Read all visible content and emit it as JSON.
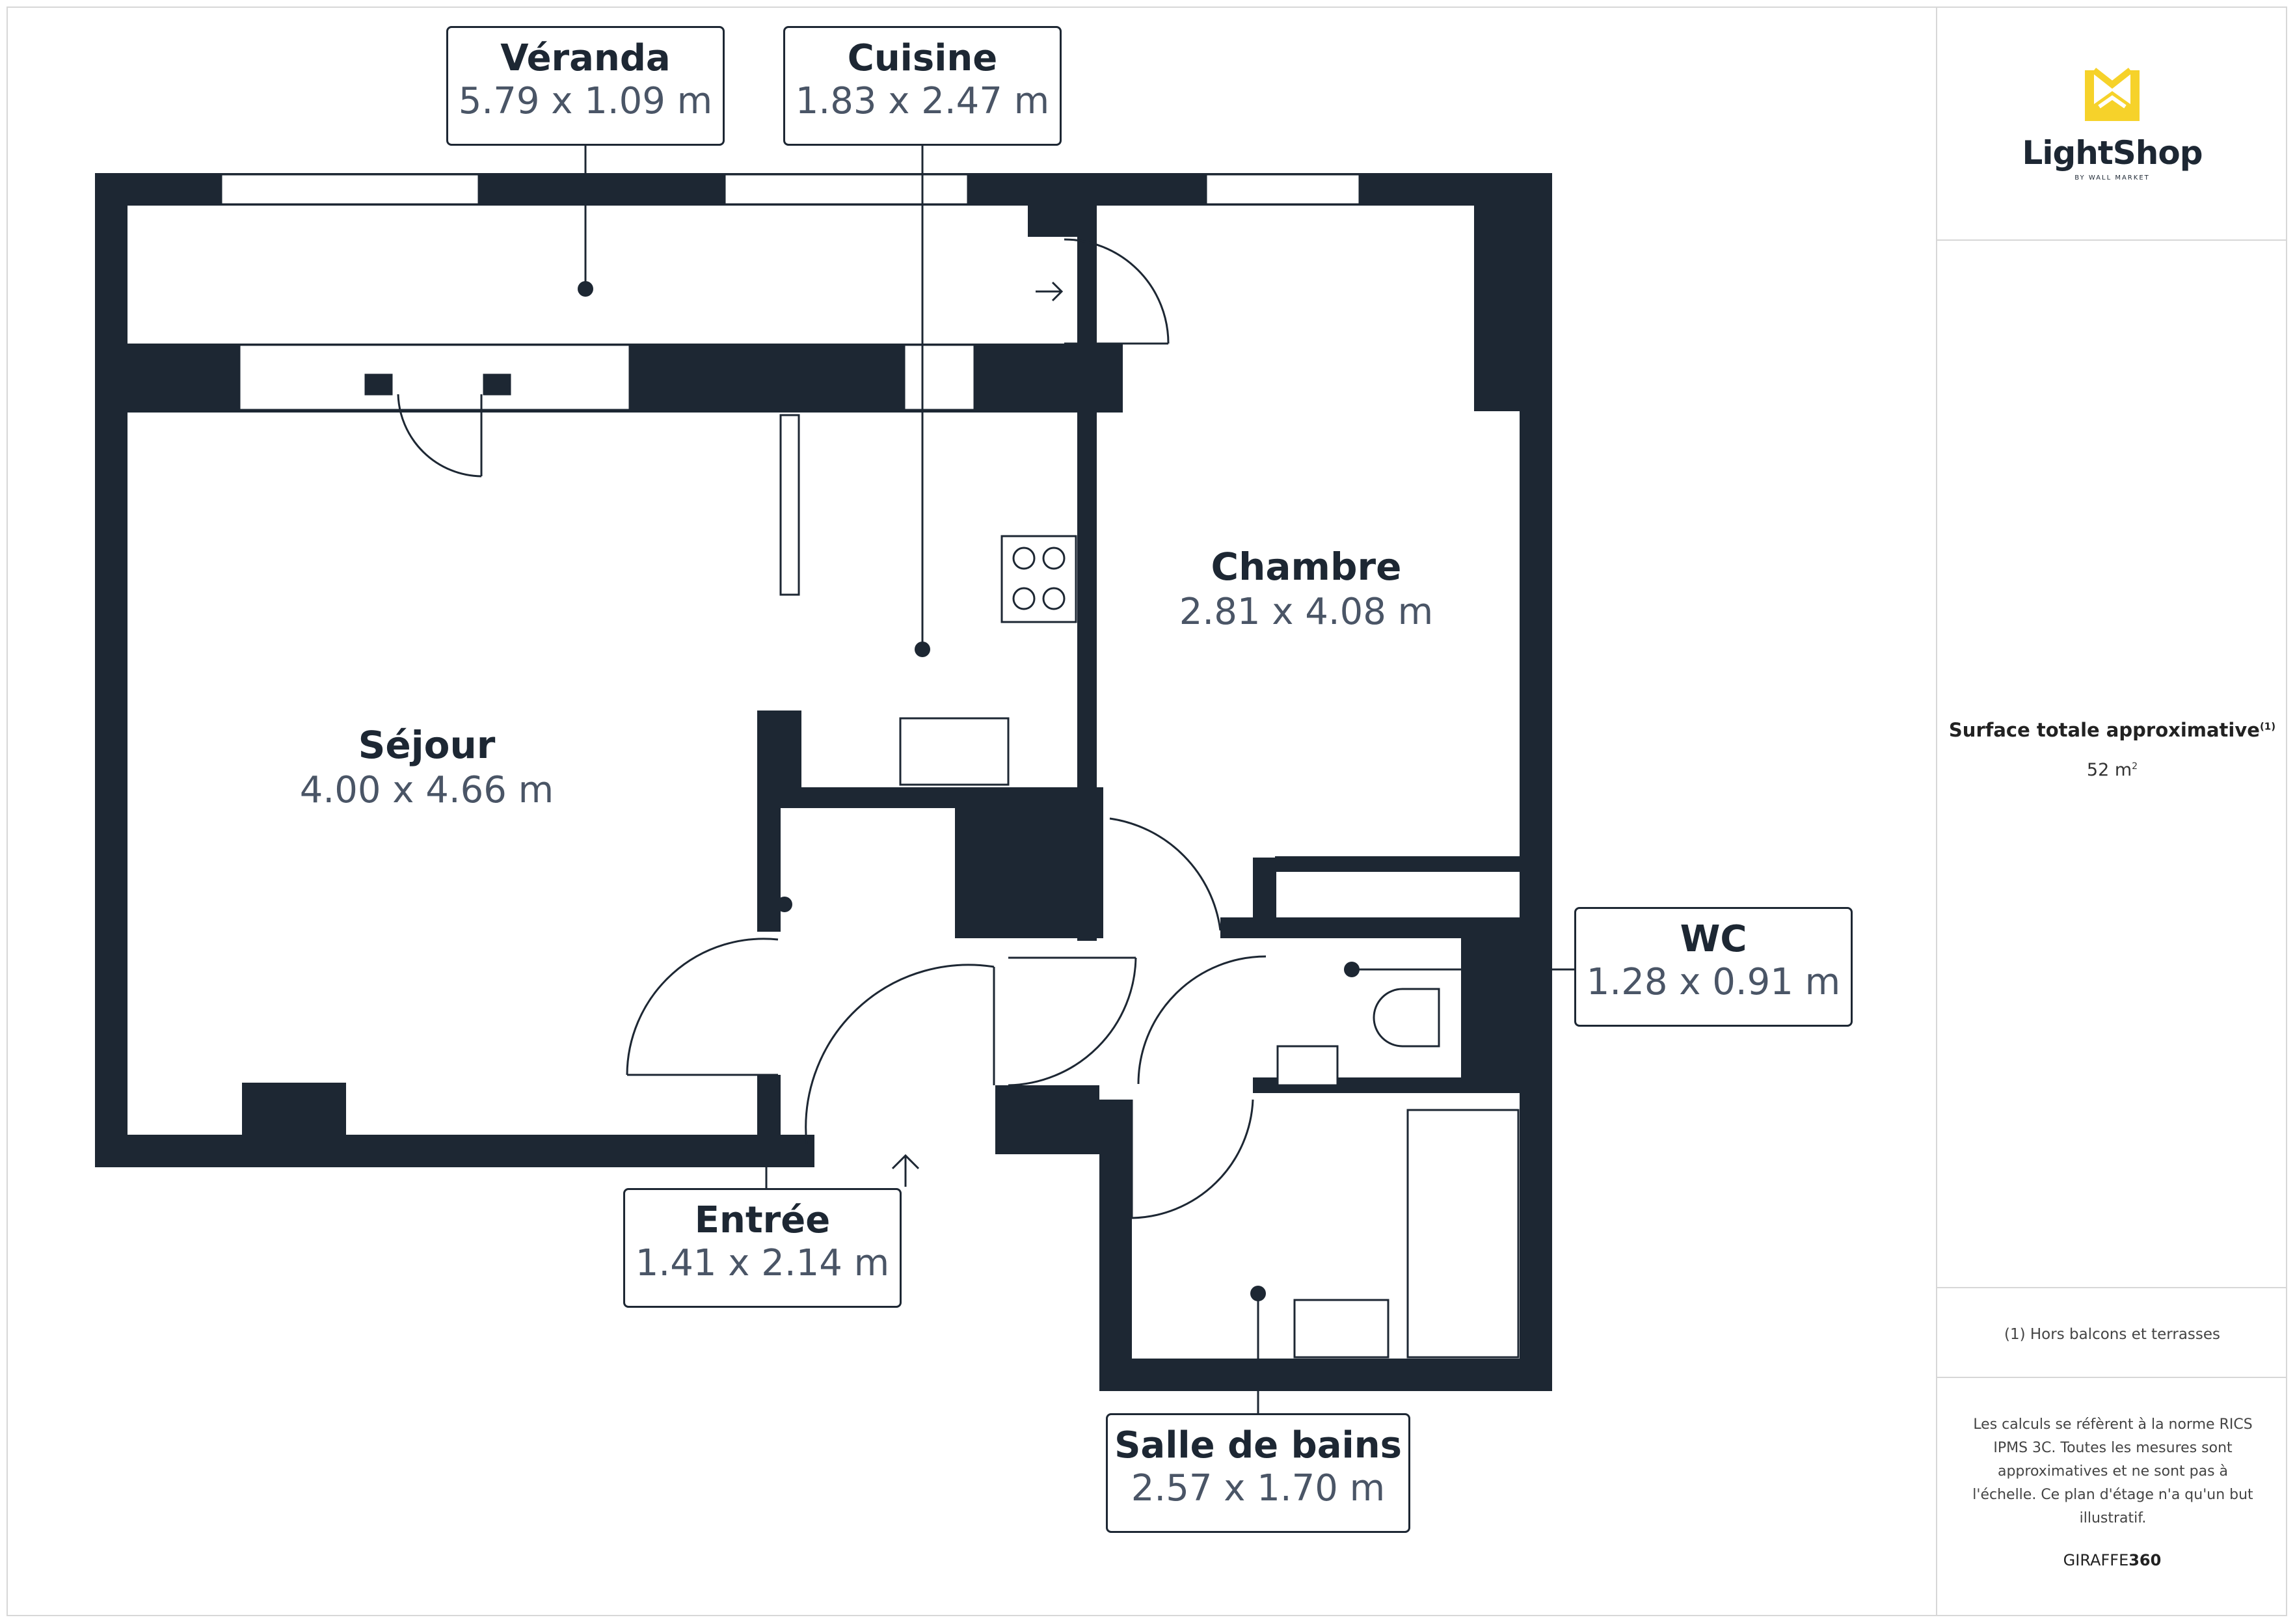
{
  "plan": {
    "rooms": [
      {
        "id": "veranda",
        "name": "Véranda",
        "dims": "5.79 x 1.09 m"
      },
      {
        "id": "cuisine",
        "name": "Cuisine",
        "dims": "1.83 x 2.47 m"
      },
      {
        "id": "chambre",
        "name": "Chambre",
        "dims": "2.81 x 4.08 m"
      },
      {
        "id": "sejour",
        "name": "Séjour",
        "dims": "4.00 x 4.66 m"
      },
      {
        "id": "wc",
        "name": "WC",
        "dims": "1.28 x 0.91 m"
      },
      {
        "id": "entree",
        "name": "Entrée",
        "dims": "1.41 x 2.14 m"
      },
      {
        "id": "sdb",
        "name": "Salle de bains",
        "dims": "2.57 x 1.70 m"
      }
    ],
    "wall_color": "#1d2733"
  },
  "sidebar": {
    "logo_text": "LightShop",
    "logo_subtext": "BY WALL MARKET",
    "logo_color": "#f6d22a",
    "area_title": "Surface totale approximative",
    "area_title_note": "(1)",
    "area_value": "52 m",
    "area_unit_sup": "2",
    "footnote": "(1) Hors balcons et terrasses",
    "disclaimer": "Les calculs se réfèrent à la norme RICS IPMS 3C. Toutes les mesures sont approximatives et ne sont pas à l'échelle. Ce plan d'étage n'a qu'un but illustratif.",
    "brand_prefix": "GIRAFFE",
    "brand_suffix": "360"
  }
}
